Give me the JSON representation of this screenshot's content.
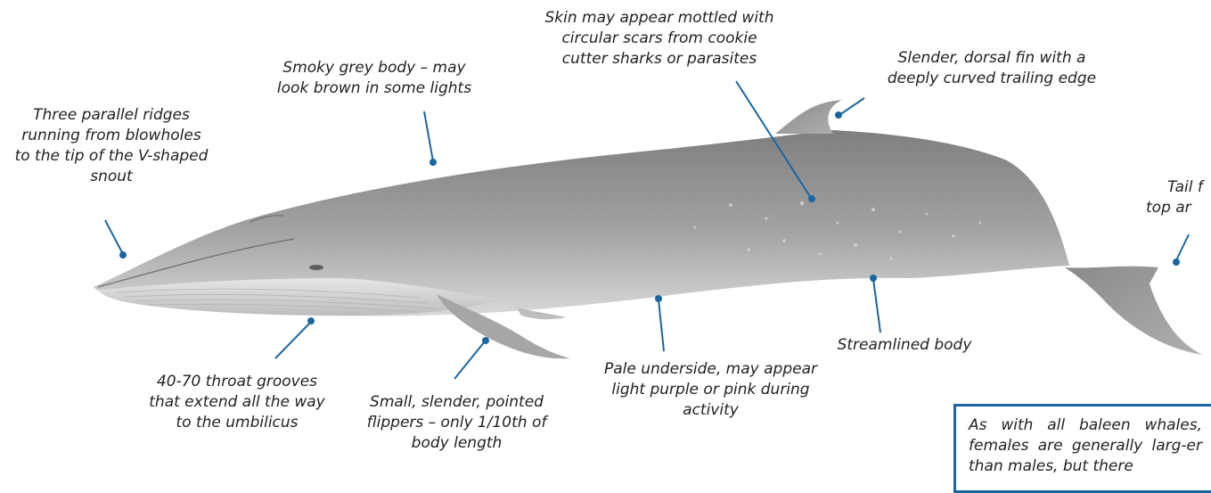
{
  "colors": {
    "leader": "#1a66a0",
    "body_dark": "#8e8e8e",
    "body_light": "#e8e8e8",
    "box_border": "#1a66a0"
  },
  "labels": {
    "ridges": [
      "Three parallel ridges",
      "running from blowholes",
      "to the tip of the  V-shaped",
      "snout"
    ],
    "body_color": [
      "Smoky grey body – may",
      "look brown in some lights"
    ],
    "skin": [
      "Skin may appear mottled with",
      "circular scars from cookie",
      "cutter sharks or parasites"
    ],
    "dorsal": [
      "Slender, dorsal fin with a",
      "deeply curved trailing edge"
    ],
    "tail": [
      "Tail f",
      "top ar"
    ],
    "throat": [
      "40-70 throat grooves",
      "that extend all the way",
      "to the  umbilicus"
    ],
    "flippers": [
      "Small, slender, pointed",
      "flippers – only 1/10th of",
      "body length"
    ],
    "underside": [
      "Pale underside, may appear",
      "light purple or pink during",
      "activity"
    ],
    "streamlined": [
      "Streamlined body"
    ]
  },
  "infobox": {
    "text": "As with all baleen whales, females are generally larg-er than males, but there"
  }
}
